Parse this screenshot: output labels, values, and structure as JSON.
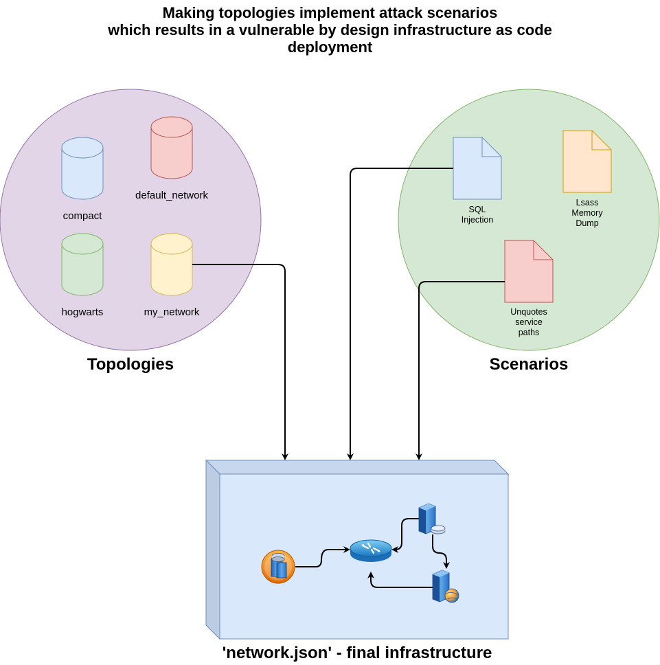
{
  "title_lines": [
    "Making topologies implement attack scenarios",
    "which results in a vulnerable by design infrastructure as code",
    "deployment"
  ],
  "topologies": {
    "label": "Topologies",
    "items": [
      {
        "name": "compact",
        "color": "#dae8fc",
        "stroke": "#6c8ebf"
      },
      {
        "name": "default_network",
        "color": "#f8cecc",
        "stroke": "#b85450"
      },
      {
        "name": "hogwarts",
        "color": "#d5e8d4",
        "stroke": "#82b366"
      },
      {
        "name": "my_network",
        "color": "#fff2cc",
        "stroke": "#d6b656"
      }
    ]
  },
  "scenarios": {
    "label": "Scenarios",
    "items": [
      {
        "lines": [
          "SQL",
          "Injection"
        ],
        "color": "#dae8fc",
        "stroke": "#6c8ebf"
      },
      {
        "lines": [
          "Lsass",
          "Memory",
          "Dump"
        ],
        "color": "#ffe6cc",
        "stroke": "#d79b00"
      },
      {
        "lines": [
          "Unquotes",
          "service",
          "paths"
        ],
        "color": "#f8cecc",
        "stroke": "#b85450"
      }
    ]
  },
  "infrastructure": {
    "label": "'network.json' - final infrastructure",
    "icons": [
      "database-server-icon",
      "router-icon",
      "server-icon",
      "web-server-icon"
    ]
  },
  "colors": {
    "topologies_fill": "#e1d5e7",
    "topologies_stroke": "#9673a6",
    "scenarios_fill": "#d5e8d4",
    "scenarios_stroke": "#82b366",
    "box_fill": "#dae8fc",
    "box_stroke": "#6c8ebf"
  }
}
